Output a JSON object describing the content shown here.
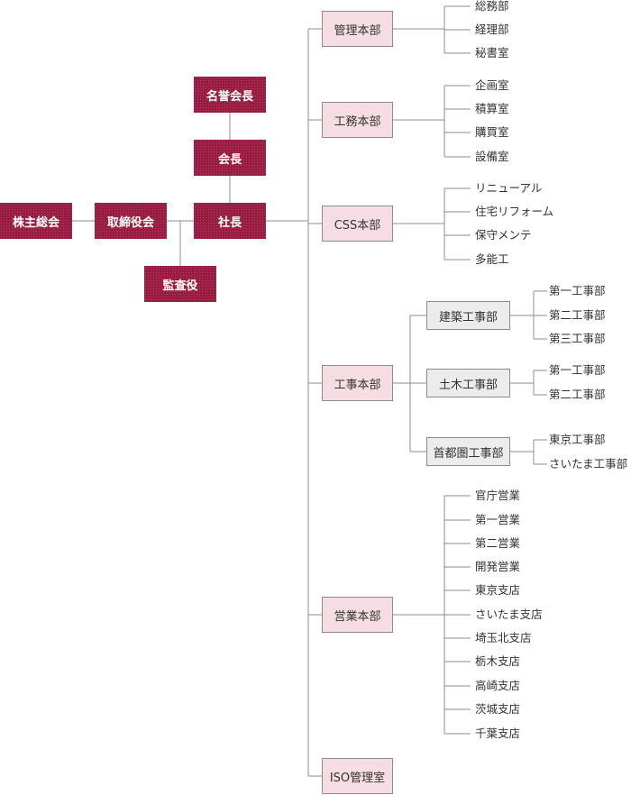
{
  "diagram": {
    "colors": {
      "executive_fill": "#9a1c42",
      "executive_text": "#ffffff",
      "headquarters_fill": "#f5dde3",
      "sub_department_fill": "#ececec",
      "connector": "#8c8c8c",
      "text": "#333333"
    },
    "executive": {
      "shareholders": "株主総会",
      "board": "取締役会",
      "honorary_chairman": "名誉会長",
      "chairman": "会長",
      "president": "社長",
      "auditor": "監査役"
    },
    "headquarters": [
      {
        "label": "管理本部",
        "units": [
          "総務部",
          "経理部",
          "秘書室"
        ]
      },
      {
        "label": "工務本部",
        "units": [
          "企画室",
          "積算室",
          "購買室",
          "設備室"
        ]
      },
      {
        "label": "CSS本部",
        "units": [
          "リニューアル",
          "住宅リフォーム",
          "保守メンテ",
          "多能工"
        ]
      },
      {
        "label": "工事本部",
        "divisions": [
          {
            "label": "建築工事部",
            "units": [
              "第一工事部",
              "第二工事部",
              "第三工事部"
            ]
          },
          {
            "label": "土木工事部",
            "units": [
              "第一工事部",
              "第二工事部"
            ]
          },
          {
            "label": "首都圏工事部",
            "units": [
              "東京工事部",
              "さいたま工事部"
            ]
          }
        ]
      },
      {
        "label": "営業本部",
        "units": [
          "官庁営業",
          "第一営業",
          "第二営業",
          "開発営業",
          "東京支店",
          "さいたま支店",
          "埼玉北支店",
          "栃木支店",
          "高崎支店",
          "茨城支店",
          "千葉支店"
        ]
      },
      {
        "label": "ISO管理室"
      }
    ]
  }
}
